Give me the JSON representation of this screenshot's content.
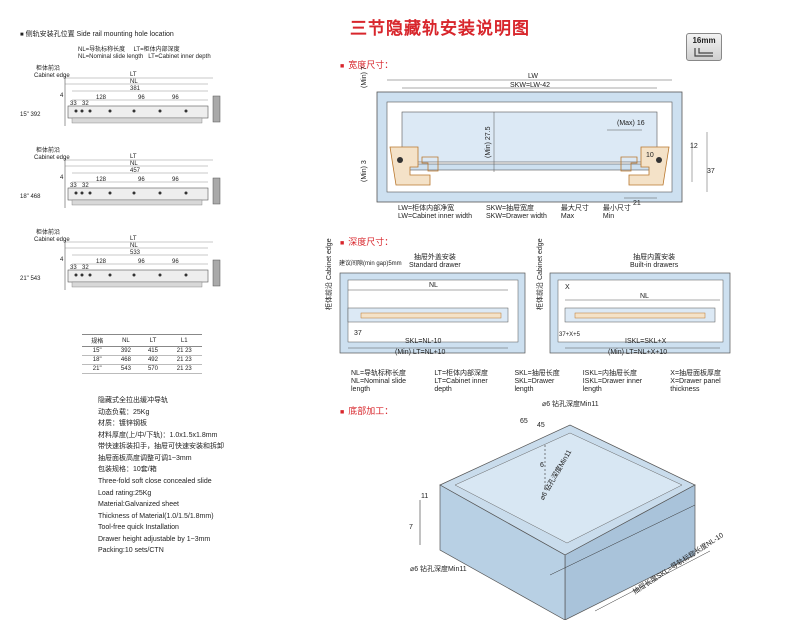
{
  "left": {
    "header_cn": "侧轨安装孔位置",
    "header_en": "Side rail mounting hole location",
    "legend": {
      "nl_cn": "NL=导轨标称长度",
      "nl_en": "NL=Nominal slide length",
      "lt_cn": "LT=柜体内部深度",
      "lt_en": "LT=Cabinet inner depth"
    },
    "cabinet_edge_cn": "柜体前沿",
    "cabinet_edge_en": "Cabinet edge",
    "rails": [
      {
        "label": "15\" 392",
        "lt": "LT",
        "nl": "NL",
        "len": "381",
        "dims": [
          "33",
          "32",
          "128",
          "96",
          "96",
          "4"
        ]
      },
      {
        "label": "18\" 468",
        "lt": "LT",
        "nl": "NL",
        "len": "457",
        "dims": [
          "33",
          "32",
          "128",
          "96",
          "96",
          "4"
        ]
      },
      {
        "label": "21\" 543",
        "lt": "LT",
        "nl": "NL",
        "len": "533",
        "dims": [
          "33",
          "32",
          "128",
          "96",
          "96",
          "4"
        ]
      }
    ],
    "table": {
      "headers": [
        "规格",
        "NL",
        "LT",
        "L1"
      ],
      "rows": [
        [
          "15\"",
          "392",
          "415",
          "21  23"
        ],
        [
          "18\"",
          "468",
          "492",
          "21  23"
        ],
        [
          "21\"",
          "543",
          "570",
          "21  23"
        ]
      ]
    },
    "specs_cn": [
      "隐藏式全拉出缓冲导轨",
      "动态负载：25Kg",
      "材质：镀锌钢板",
      "材料厚度(上/中/下轨)：1.0x1.5x1.8mm",
      "带快速拆装扣手，抽屉可快速安装和拆卸",
      "抽屉面板高度调整可调1~3mm",
      "包装规格：10套/箱"
    ],
    "specs_en": [
      "Three-fold soft close concealed slide",
      "Load rating:25Kg",
      "Material:Galvanized sheet",
      "Thickness of Material(1.0/1.5/1.8mm)",
      "Tool-free quick Installation",
      "Drawer height adjustable by 1~3mm",
      "Packing:10 sets/CTN"
    ]
  },
  "right": {
    "title": "三节隐藏轨安装说明图",
    "badge": "16mm",
    "width_section": {
      "heading": "宽度尺寸：",
      "lw": "LW",
      "skw": "SKW=LW-42",
      "min7": "(Min) 7",
      "min3": "(Min) 3",
      "min275": "(Min) 27.5",
      "max16": "(Max) 16",
      "d10": "10",
      "d12": "12",
      "d37": "37",
      "d21": "21",
      "legend": [
        {
          "cn": "LW=柜体内部净宽",
          "en": "LW=Cabinet inner width"
        },
        {
          "cn": "SKW=抽屉宽度",
          "en": "SKW=Drawer width"
        },
        {
          "cn": "最大尺寸",
          "en": "Max"
        },
        {
          "cn": "最小尺寸",
          "en": "Min"
        }
      ]
    },
    "depth_section": {
      "heading": "深度尺寸：",
      "gap_note": "建议间隙(min gap)5mm",
      "standard_cn": "抽屉外盖安装",
      "standard_en": "Standard drawer",
      "builtin_cn": "抽屉内置安装",
      "builtin_en": "Built-in drawers",
      "cabinet_edge": "柜体前沿 Cabinet edge",
      "nl": "NL",
      "d37": "37",
      "skl1": "SKL=NL-10",
      "min_lt1": "(Min) LT=NL+10",
      "x": "X",
      "x37": "37+X+5",
      "skl2": "ISKL=SKL+X",
      "min_lt2": "(Min) LT=NL+X+10",
      "legend": [
        {
          "cn": "NL=导轨标称长度",
          "en": "NL=Nominal slide length"
        },
        {
          "cn": "LT=柜体内部深度",
          "en": "LT=Cabinet inner depth"
        },
        {
          "cn": "SKL=抽屉长度",
          "en": "SKL=Drawer length"
        },
        {
          "cn": "ISKL=内抽屉长度",
          "en": "ISKL=Drawer inner length"
        },
        {
          "cn": "X=抽屉面板厚度",
          "en": "X=Drawer panel thickness"
        }
      ]
    },
    "bottom_section": {
      "heading": "底部加工：",
      "drill_top": "⌀6 钻孔深度Min11",
      "drill_mid": "⌀6 钻孔深度Min11",
      "drill_bot": "⌀6 钻孔深度Min11",
      "d65": "65",
      "d45": "45",
      "d6": "6",
      "d11": "11",
      "d7": "7",
      "length_note": "抽屉长度SKL=导轨标称长度NL-10"
    }
  },
  "colors": {
    "accent": "#d8262c",
    "cabinet": "#cde0f0",
    "rail": "#b9772d"
  }
}
